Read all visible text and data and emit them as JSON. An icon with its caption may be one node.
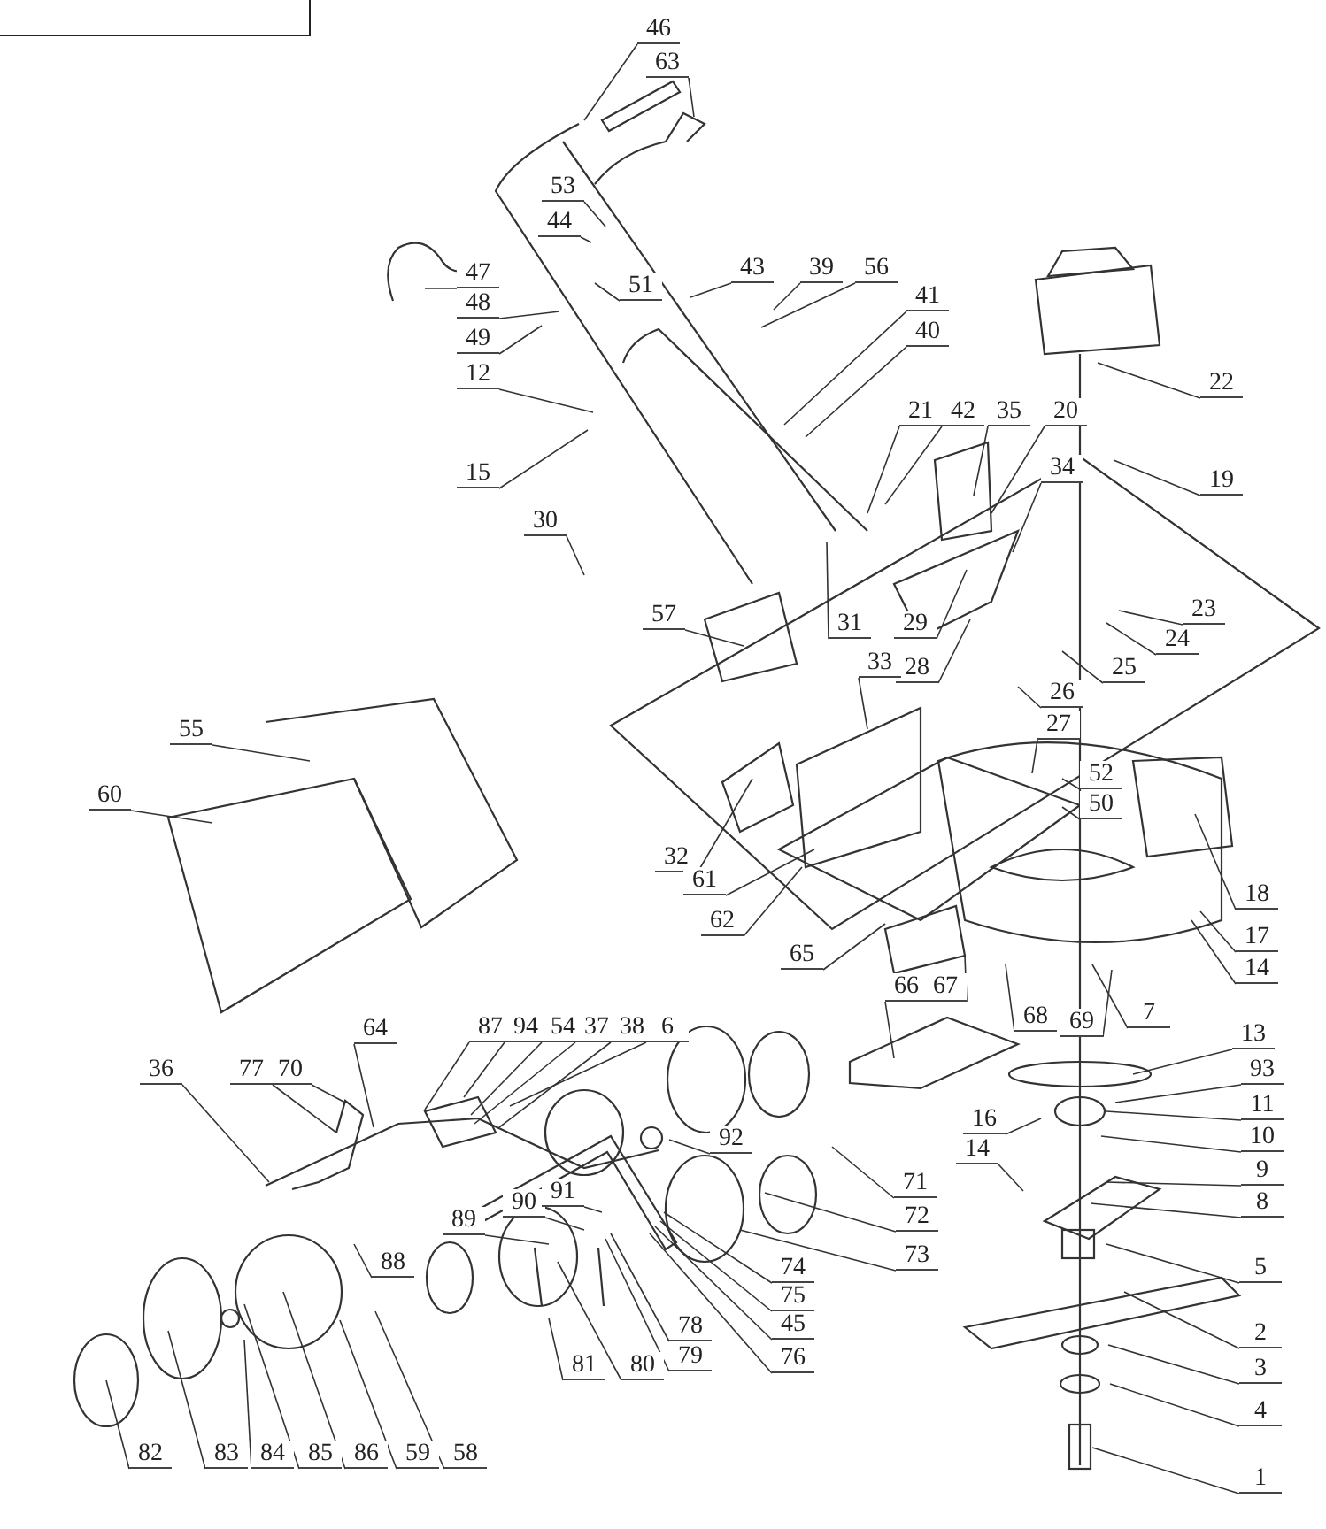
{
  "diagram": {
    "nodes": [
      {
        "text": [
          "46"
        ]
      },
      {
        "text": [
          "63"
        ]
      },
      {
        "text": [
          "53"
        ]
      },
      {
        "text": [
          "44"
        ]
      },
      {
        "text": [
          "47"
        ]
      },
      {
        "text": [
          "51"
        ]
      },
      {
        "text": [
          "43"
        ]
      },
      {
        "text": [
          "39"
        ]
      },
      {
        "text": [
          "56"
        ]
      },
      {
        "text": [
          "41"
        ]
      },
      {
        "text": [
          "40"
        ]
      },
      {
        "text": [
          "48"
        ]
      },
      {
        "text": [
          "49"
        ]
      },
      {
        "text": [
          "12"
        ]
      },
      {
        "text": [
          "15"
        ]
      },
      {
        "text": [
          "22"
        ]
      },
      {
        "text": [
          "21"
        ]
      },
      {
        "text": [
          "42"
        ]
      },
      {
        "text": [
          "35"
        ]
      },
      {
        "text": [
          "20"
        ]
      },
      {
        "text": [
          "34"
        ]
      },
      {
        "text": [
          "19"
        ]
      },
      {
        "text": [
          "30"
        ]
      },
      {
        "text": [
          "31"
        ]
      },
      {
        "text": [
          "57"
        ]
      },
      {
        "text": [
          "29"
        ]
      },
      {
        "text": [
          "28"
        ]
      },
      {
        "text": [
          "23"
        ]
      },
      {
        "text": [
          "24"
        ]
      },
      {
        "text": [
          "25"
        ]
      },
      {
        "text": [
          "33"
        ]
      },
      {
        "text": [
          "26"
        ]
      },
      {
        "text": [
          "27"
        ]
      },
      {
        "text": [
          "52"
        ]
      },
      {
        "text": [
          "50"
        ]
      },
      {
        "text": [
          "55"
        ]
      },
      {
        "text": [
          "60"
        ]
      },
      {
        "text": [
          "32"
        ]
      },
      {
        "text": [
          "61"
        ]
      },
      {
        "text": [
          "62"
        ]
      },
      {
        "text": [
          "18"
        ]
      },
      {
        "text": [
          "17"
        ]
      },
      {
        "text": [
          "14"
        ]
      },
      {
        "text": [
          "65"
        ]
      },
      {
        "text": [
          "66"
        ]
      },
      {
        "text": [
          "67"
        ]
      },
      {
        "text": [
          "68"
        ]
      },
      {
        "text": [
          "69"
        ]
      },
      {
        "text": [
          "7"
        ]
      },
      {
        "text": [
          "13"
        ]
      },
      {
        "text": [
          "93"
        ]
      },
      {
        "text": [
          "11"
        ]
      },
      {
        "text": [
          "16"
        ]
      },
      {
        "text": [
          "10"
        ]
      },
      {
        "text": [
          "14"
        ]
      },
      {
        "text": [
          "9"
        ]
      },
      {
        "text": [
          "8"
        ]
      },
      {
        "text": [
          "5"
        ]
      },
      {
        "text": [
          "2"
        ]
      },
      {
        "text": [
          "3"
        ]
      },
      {
        "text": [
          "4"
        ]
      },
      {
        "text": [
          "1"
        ]
      },
      {
        "text": [
          "64"
        ]
      },
      {
        "text": [
          "87"
        ]
      },
      {
        "text": [
          "94"
        ]
      },
      {
        "text": [
          "54"
        ]
      },
      {
        "text": [
          "37"
        ]
      },
      {
        "text": [
          "38"
        ]
      },
      {
        "text": [
          "6"
        ]
      },
      {
        "text": [
          "36"
        ]
      },
      {
        "text": [
          "77"
        ]
      },
      {
        "text": [
          "70"
        ]
      },
      {
        "text": [
          "92"
        ]
      },
      {
        "text": [
          "71"
        ]
      },
      {
        "text": [
          "72"
        ]
      },
      {
        "text": [
          "73"
        ]
      },
      {
        "text": [
          "74"
        ]
      },
      {
        "text": [
          "75"
        ]
      },
      {
        "text": [
          "45"
        ]
      },
      {
        "text": [
          "76"
        ]
      },
      {
        "text": [
          "78"
        ]
      },
      {
        "text": [
          "79"
        ]
      },
      {
        "text": [
          "90"
        ]
      },
      {
        "text": [
          "91"
        ]
      },
      {
        "text": [
          "89"
        ]
      },
      {
        "text": [
          "88"
        ]
      },
      {
        "text": [
          "81"
        ]
      },
      {
        "text": [
          "80"
        ]
      },
      {
        "text": [
          "82"
        ]
      },
      {
        "text": [
          "83"
        ]
      },
      {
        "text": [
          "84"
        ]
      },
      {
        "text": [
          "85"
        ]
      },
      {
        "text": [
          "86"
        ]
      },
      {
        "text": [
          "59"
        ]
      },
      {
        "text": [
          "58"
        ]
      }
    ],
    "edges": [
      {
        "from": 0,
        "to": null,
        "arrow": "none"
      },
      {
        "from": 1,
        "to": null,
        "arrow": "none"
      },
      {
        "from": 2,
        "to": null,
        "arrow": "none"
      },
      {
        "from": 3,
        "to": null,
        "arrow": "none"
      },
      {
        "from": 4,
        "to": null,
        "arrow": "none"
      },
      {
        "from": 5,
        "to": null,
        "arrow": "none"
      },
      {
        "from": 6,
        "to": null,
        "arrow": "none"
      },
      {
        "from": 7,
        "to": null,
        "arrow": "none"
      },
      {
        "from": 8,
        "to": null,
        "arrow": "none"
      },
      {
        "from": 9,
        "to": null,
        "arrow": "none"
      },
      {
        "from": 10,
        "to": null,
        "arrow": "none"
      },
      {
        "from": 11,
        "to": null,
        "arrow": "none"
      },
      {
        "from": 12,
        "to": null,
        "arrow": "none"
      },
      {
        "from": 13,
        "to": null,
        "arrow": "none"
      },
      {
        "from": 14,
        "to": null,
        "arrow": "none"
      },
      {
        "from": 15,
        "to": null,
        "arrow": "none"
      },
      {
        "from": 16,
        "to": null,
        "arrow": "none"
      },
      {
        "from": 17,
        "to": null,
        "arrow": "none"
      },
      {
        "from": 18,
        "to": null,
        "arrow": "none"
      },
      {
        "from": 19,
        "to": null,
        "arrow": "none"
      },
      {
        "from": 20,
        "to": null,
        "arrow": "none"
      },
      {
        "from": 21,
        "to": null,
        "arrow": "none"
      },
      {
        "from": 22,
        "to": null,
        "arrow": "none"
      },
      {
        "from": 23,
        "to": null,
        "arrow": "none"
      },
      {
        "from": 24,
        "to": null,
        "arrow": "none"
      },
      {
        "from": 25,
        "to": null,
        "arrow": "none"
      },
      {
        "from": 26,
        "to": null,
        "arrow": "none"
      },
      {
        "from": 27,
        "to": null,
        "arrow": "none"
      },
      {
        "from": 28,
        "to": null,
        "arrow": "none"
      },
      {
        "from": 29,
        "to": null,
        "arrow": "none"
      },
      {
        "from": 30,
        "to": null,
        "arrow": "none"
      },
      {
        "from": 31,
        "to": null,
        "arrow": "none"
      },
      {
        "from": 32,
        "to": null,
        "arrow": "none"
      },
      {
        "from": 33,
        "to": null,
        "arrow": "none"
      },
      {
        "from": 34,
        "to": null,
        "arrow": "none"
      },
      {
        "from": 35,
        "to": null,
        "arrow": "none"
      },
      {
        "from": 36,
        "to": null,
        "arrow": "none"
      },
      {
        "from": 37,
        "to": null,
        "arrow": "none"
      },
      {
        "from": 38,
        "to": null,
        "arrow": "none"
      },
      {
        "from": 39,
        "to": null,
        "arrow": "none"
      },
      {
        "from": 40,
        "to": null,
        "arrow": "none"
      },
      {
        "from": 41,
        "to": null,
        "arrow": "none"
      },
      {
        "from": 42,
        "to": null,
        "arrow": "none"
      },
      {
        "from": 43,
        "to": null,
        "arrow": "none"
      },
      {
        "from": 44,
        "to": null,
        "arrow": "none"
      },
      {
        "from": 45,
        "to": null,
        "arrow": "none"
      },
      {
        "from": 46,
        "to": null,
        "arrow": "none"
      },
      {
        "from": 47,
        "to": null,
        "arrow": "none"
      },
      {
        "from": 48,
        "to": null,
        "arrow": "none"
      },
      {
        "from": 49,
        "to": null,
        "arrow": "none"
      },
      {
        "from": 50,
        "to": null,
        "arrow": "none"
      },
      {
        "from": 51,
        "to": null,
        "arrow": "none"
      },
      {
        "from": 52,
        "to": null,
        "arrow": "none"
      },
      {
        "from": 53,
        "to": null,
        "arrow": "none"
      },
      {
        "from": 54,
        "to": null,
        "arrow": "none"
      },
      {
        "from": 55,
        "to": null,
        "arrow": "none"
      },
      {
        "from": 56,
        "to": null,
        "arrow": "none"
      },
      {
        "from": 57,
        "to": null,
        "arrow": "none"
      },
      {
        "from": 58,
        "to": null,
        "arrow": "none"
      },
      {
        "from": 59,
        "to": null,
        "arrow": "none"
      },
      {
        "from": 60,
        "to": null,
        "arrow": "none"
      },
      {
        "from": 61,
        "to": null,
        "arrow": "none"
      },
      {
        "from": 62,
        "to": null,
        "arrow": "none"
      },
      {
        "from": 63,
        "to": null,
        "arrow": "none"
      },
      {
        "from": 64,
        "to": null,
        "arrow": "none"
      },
      {
        "from": 65,
        "to": null,
        "arrow": "none"
      },
      {
        "from": 66,
        "to": null,
        "arrow": "none"
      },
      {
        "from": 67,
        "to": null,
        "arrow": "none"
      },
      {
        "from": 68,
        "to": null,
        "arrow": "none"
      },
      {
        "from": 69,
        "to": null,
        "arrow": "none"
      },
      {
        "from": 70,
        "to": null,
        "arrow": "none"
      },
      {
        "from": 71,
        "to": null,
        "arrow": "none"
      },
      {
        "from": 72,
        "to": null,
        "arrow": "none"
      },
      {
        "from": 73,
        "to": null,
        "arrow": "none"
      },
      {
        "from": 74,
        "to": null,
        "arrow": "none"
      },
      {
        "from": 75,
        "to": null,
        "arrow": "none"
      },
      {
        "from": 76,
        "to": null,
        "arrow": "none"
      },
      {
        "from": 77,
        "to": null,
        "arrow": "none"
      },
      {
        "from": 78,
        "to": null,
        "arrow": "none"
      },
      {
        "from": 79,
        "to": null,
        "arrow": "none"
      },
      {
        "from": 80,
        "to": null,
        "arrow": "none"
      },
      {
        "from": 81,
        "to": null,
        "arrow": "none"
      },
      {
        "from": 82,
        "to": null,
        "arrow": "none"
      },
      {
        "from": 83,
        "to": null,
        "arrow": "none"
      },
      {
        "from": 84,
        "to": null,
        "arrow": "none"
      },
      {
        "from": 85,
        "to": null,
        "arrow": "none"
      },
      {
        "from": 86,
        "to": null,
        "arrow": "none"
      },
      {
        "from": 87,
        "to": null,
        "arrow": "none"
      },
      {
        "from": 88,
        "to": null,
        "arrow": "none"
      },
      {
        "from": 89,
        "to": null,
        "arrow": "none"
      },
      {
        "from": 90,
        "to": null,
        "arrow": "none"
      },
      {
        "from": 91,
        "to": null,
        "arrow": "none"
      },
      {
        "from": 92,
        "to": null,
        "arrow": "none"
      },
      {
        "from": 93,
        "to": null,
        "arrow": "none"
      },
      {
        "from": 94,
        "to": null,
        "arrow": "none"
      }
    ]
  }
}
